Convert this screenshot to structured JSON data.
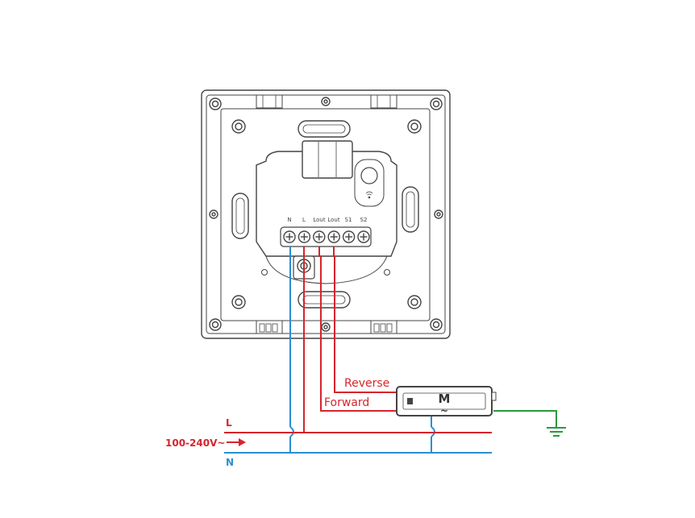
{
  "terminals": [
    "N",
    "L",
    "Lout",
    "Lout",
    "S1",
    "S2"
  ],
  "wires": {
    "reverse_label": "Reverse",
    "forward_label": "Forward"
  },
  "supply": {
    "live_label": "L",
    "neutral_label": "N",
    "voltage_label": "100-240V~"
  },
  "motor": {
    "label": "M",
    "symbol": "~"
  },
  "icons": [
    "wifi-icon",
    "ground-icon",
    "arrow-right-icon"
  ],
  "colors": {
    "live": "#d6252b",
    "neutral": "#2a8fd0",
    "ground": "#2a9a3c",
    "outline": "#444444"
  }
}
